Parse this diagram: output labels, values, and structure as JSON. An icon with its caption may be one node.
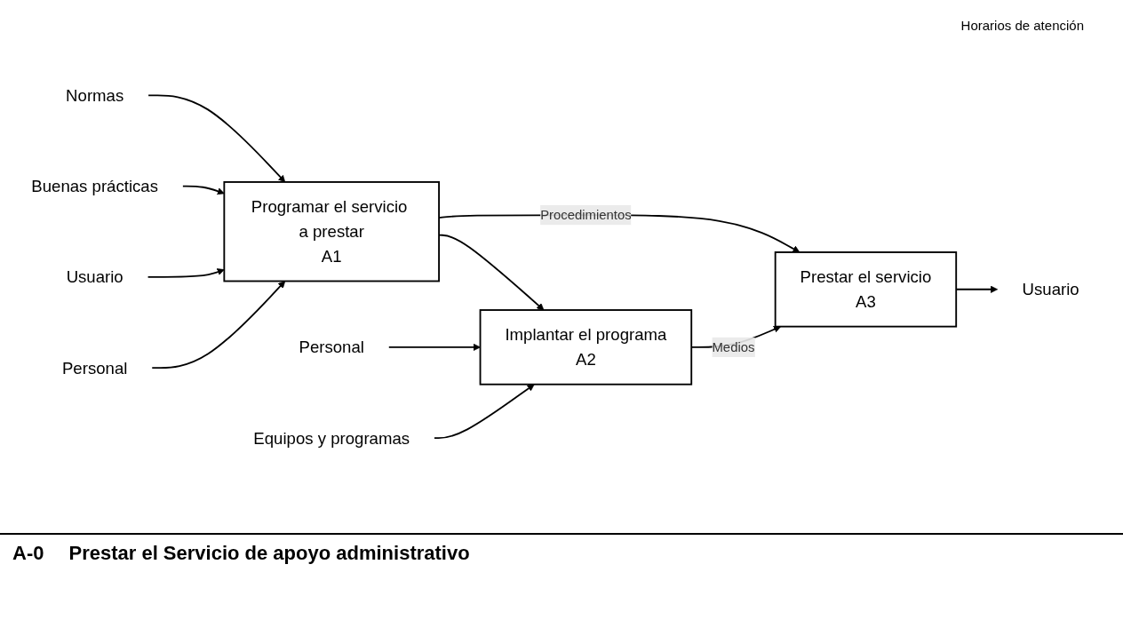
{
  "diagram": {
    "title": "Prestar el Servicio de apoyo administrativo",
    "nodes": [
      {
        "text": [
          "Normas"
        ]
      },
      {
        "text": [
          "Buenas prácticas"
        ]
      },
      {
        "text": [
          "Usuario"
        ]
      },
      {
        "text": [
          "Programar el servicio a prestar",
          "A1"
        ]
      },
      {
        "text": [
          "Personal"
        ]
      },
      {
        "text": [
          "Implantar el programa",
          "A2"
        ]
      },
      {
        "text": [
          "Personal"
        ]
      },
      {
        "text": [
          "Equipos y programas"
        ]
      },
      {
        "text": [
          "Prestar el servicio",
          "A3"
        ]
      },
      {
        "text": [
          "Usuario"
        ]
      }
    ],
    "edges": [
      {
        "from": 0,
        "to": 3,
        "arrow": "to"
      },
      {
        "from": 1,
        "to": 3,
        "arrow": "to"
      },
      {
        "from": 2,
        "to": 3,
        "arrow": "to"
      },
      {
        "from": 4,
        "to": 3,
        "arrow": "to"
      },
      {
        "from": 3,
        "to": 5,
        "arrow": "to"
      },
      {
        "from": 3,
        "to": 8,
        "arrow": "to",
        "label": "Procedimientos"
      },
      {
        "from": 6,
        "to": 5,
        "arrow": "to"
      },
      {
        "from": 7,
        "to": 5,
        "arrow": "to"
      },
      {
        "from": 5,
        "to": 8,
        "arrow": "to",
        "label": "Medios"
      },
      {
        "from": 8,
        "to": 9,
        "arrow": "to"
      }
    ],
    "labels": [
      "Horarios de atención",
      "A-0"
    ]
  }
}
